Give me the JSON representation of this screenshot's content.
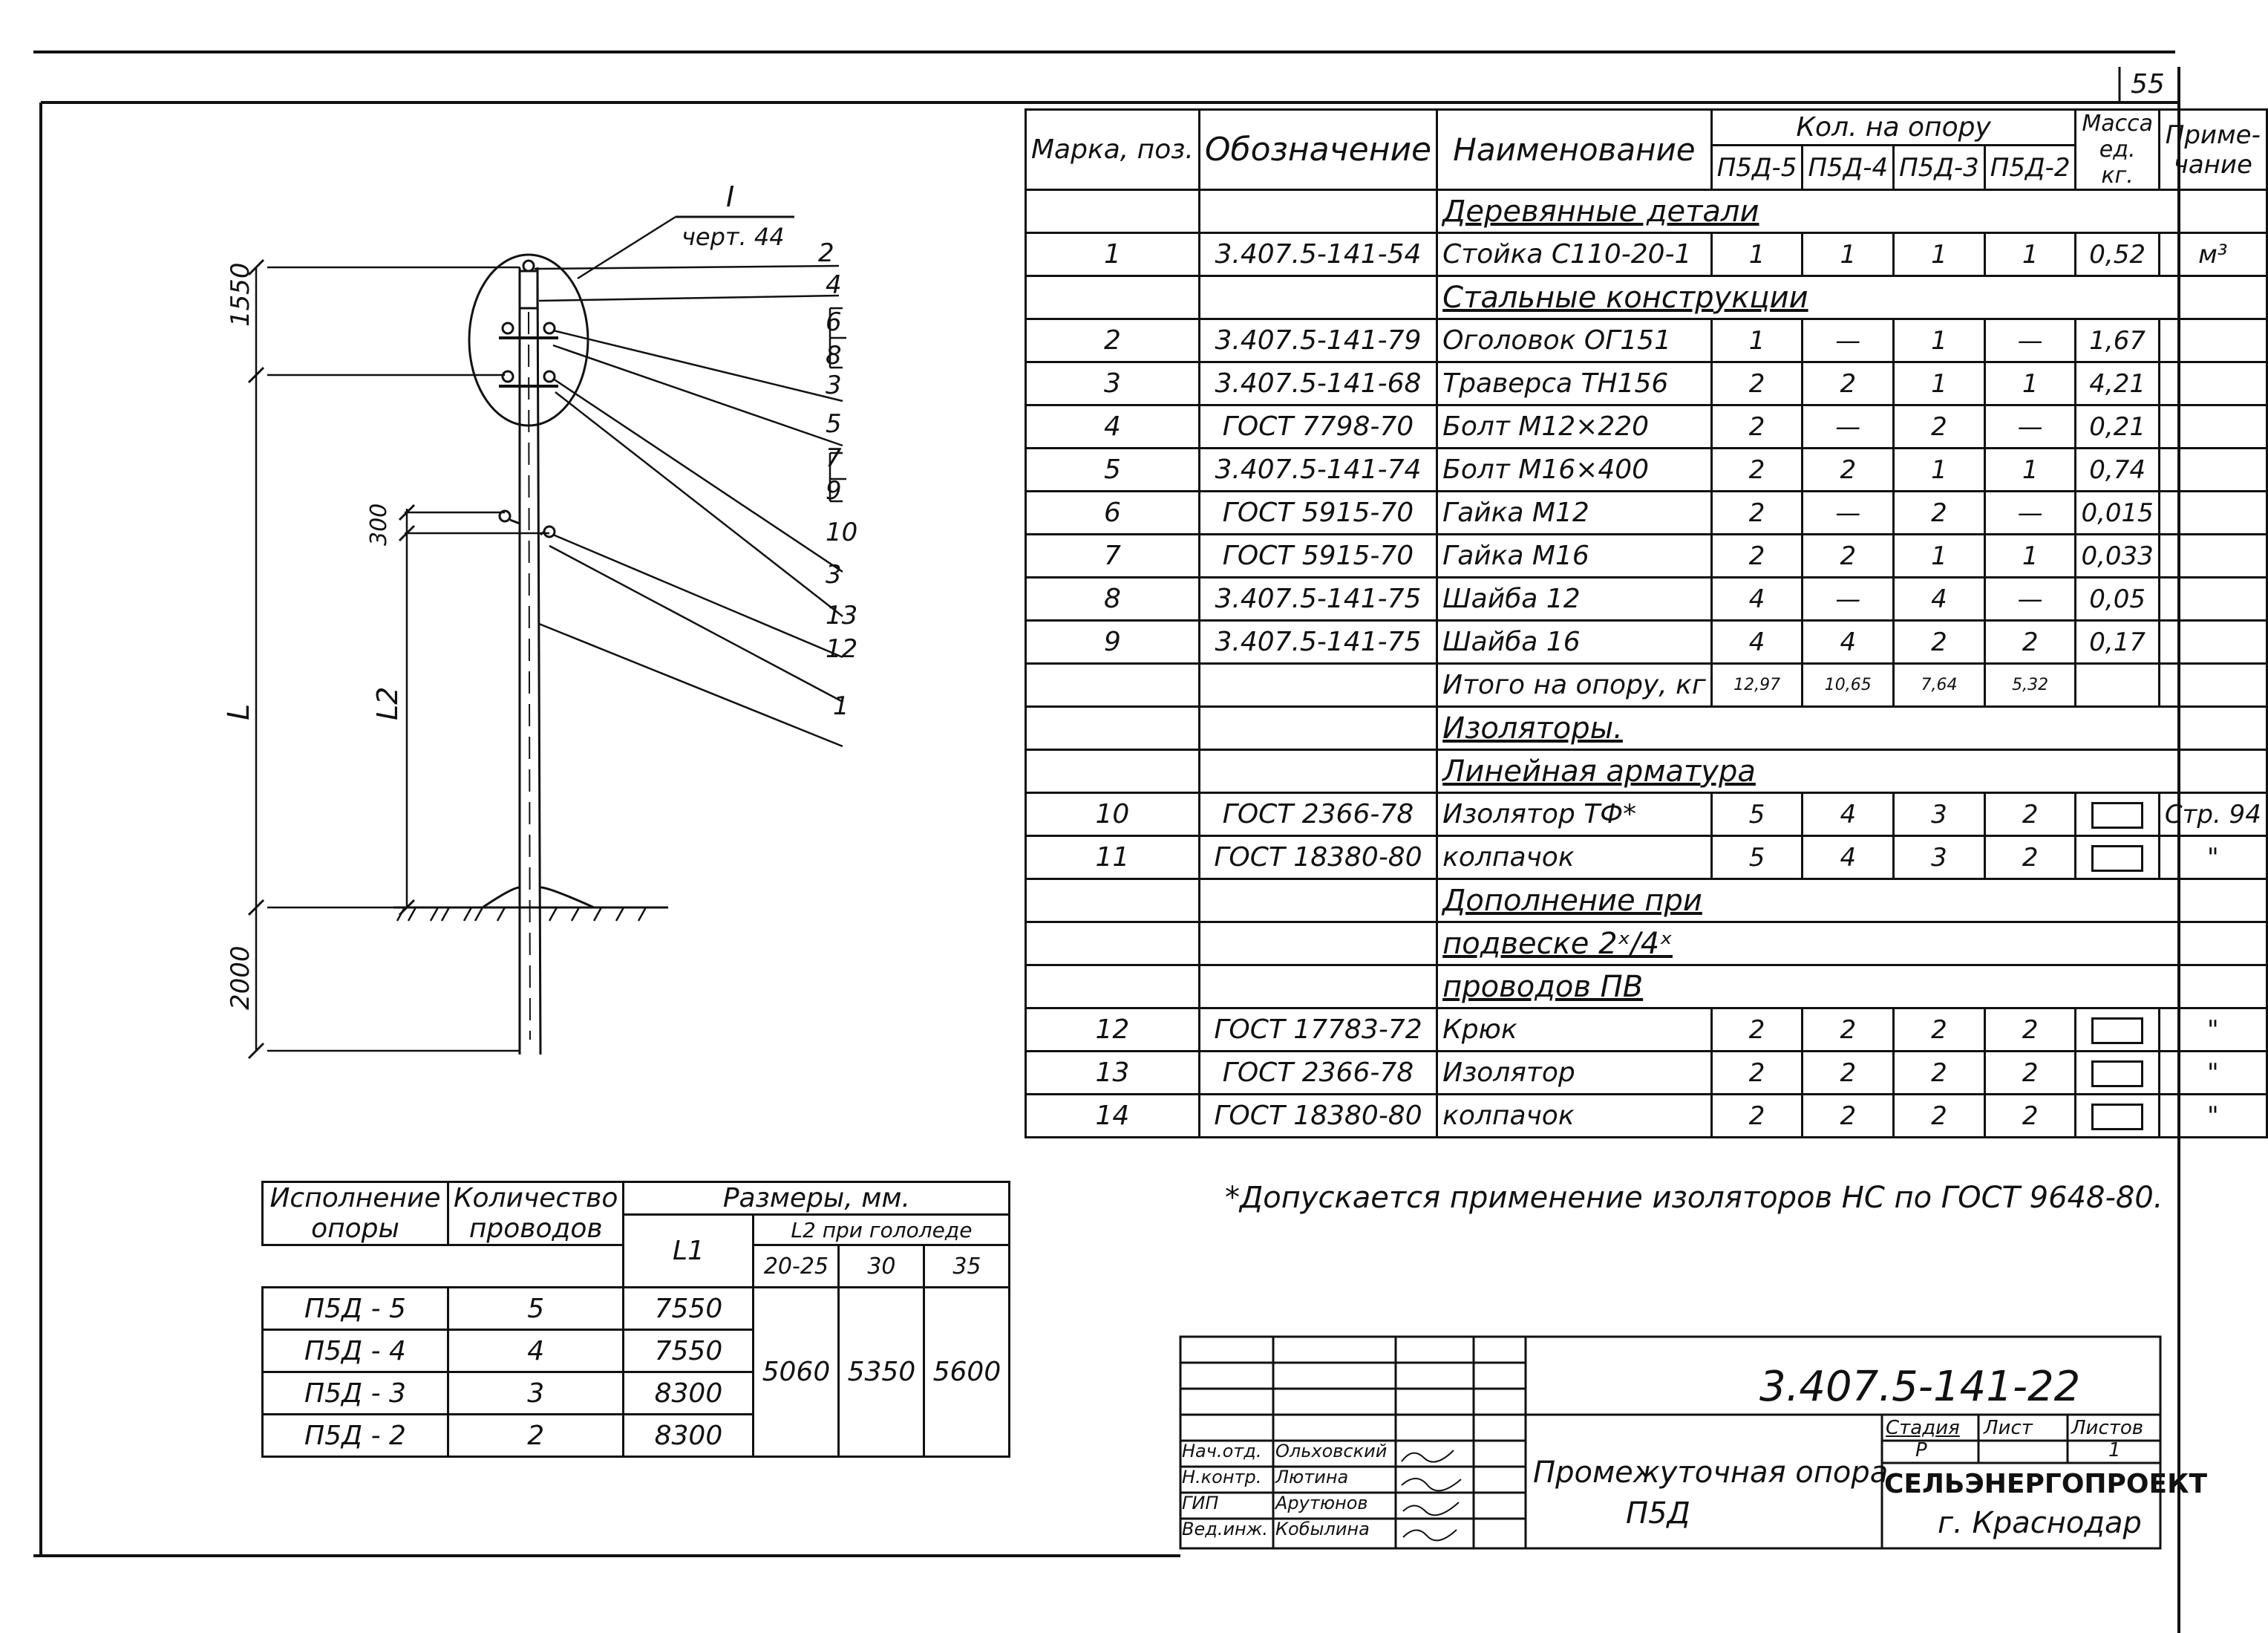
{
  "page_number": "55",
  "drawing": {
    "callout": {
      "roman": "I",
      "ref": "черт. 44"
    },
    "dims": {
      "top": "1550",
      "mid": "300",
      "L": "L",
      "L2": "L2",
      "bottom": "2000"
    },
    "leaders": [
      "2",
      "4",
      "6",
      "8",
      "3",
      "5",
      "7",
      "9",
      "10",
      "3",
      "13",
      "12",
      "1"
    ]
  },
  "spec_table": {
    "headers": {
      "mark": "Марка, поз.",
      "designation": "Обозначение",
      "name": "Наименование",
      "qty_group": "Кол. на опору",
      "qty_cols": [
        "П5Д-5",
        "П5Д-4",
        "П5Д-3",
        "П5Д-2"
      ],
      "mass": "Масса ед. кг.",
      "note": "Приме-чание"
    },
    "rows": [
      {
        "section": "Деревянные детали"
      },
      {
        "pos": "1",
        "des": "3.407.5-141-54",
        "name": "Стойка С110-20-1",
        "q": [
          "1",
          "1",
          "1",
          "1"
        ],
        "mass": "0,52",
        "note": "м³"
      },
      {
        "section": "Стальные конструкции"
      },
      {
        "pos": "2",
        "des": "3.407.5-141-79",
        "name": "Оголовок ОГ151",
        "q": [
          "1",
          "—",
          "1",
          "—"
        ],
        "mass": "1,67",
        "note": ""
      },
      {
        "pos": "3",
        "des": "3.407.5-141-68",
        "name": "Траверса ТН156",
        "q": [
          "2",
          "2",
          "1",
          "1"
        ],
        "mass": "4,21",
        "note": ""
      },
      {
        "pos": "4",
        "des": "ГОСТ 7798-70",
        "name": "Болт М12×220",
        "q": [
          "2",
          "—",
          "2",
          "—"
        ],
        "mass": "0,21",
        "note": ""
      },
      {
        "pos": "5",
        "des": "3.407.5-141-74",
        "name": "Болт М16×400",
        "q": [
          "2",
          "2",
          "1",
          "1"
        ],
        "mass": "0,74",
        "note": ""
      },
      {
        "pos": "6",
        "des": "ГОСТ 5915-70",
        "name": "Гайка М12",
        "q": [
          "2",
          "—",
          "2",
          "—"
        ],
        "mass": "0,015",
        "note": ""
      },
      {
        "pos": "7",
        "des": "ГОСТ 5915-70",
        "name": "Гайка М16",
        "q": [
          "2",
          "2",
          "1",
          "1"
        ],
        "mass": "0,033",
        "note": ""
      },
      {
        "pos": "8",
        "des": "3.407.5-141-75",
        "name": "Шайба 12",
        "q": [
          "4",
          "—",
          "4",
          "—"
        ],
        "mass": "0,05",
        "note": ""
      },
      {
        "pos": "9",
        "des": "3.407.5-141-75",
        "name": "Шайба 16",
        "q": [
          "4",
          "4",
          "2",
          "2"
        ],
        "mass": "0,17",
        "note": ""
      },
      {
        "total": "Итого на опору, кг",
        "q": [
          "12,97",
          "10,65",
          "7,64",
          "5,32"
        ]
      },
      {
        "section": "Изоляторы."
      },
      {
        "section": "Линейная арматура"
      },
      {
        "pos": "10",
        "des": "ГОСТ 2366-78",
        "name": "Изолятор ТФ*",
        "q": [
          "5",
          "4",
          "3",
          "2"
        ],
        "box": true,
        "note": "Стр. 94"
      },
      {
        "pos": "11",
        "des": "ГОСТ 18380-80",
        "name": "колпачок",
        "q": [
          "5",
          "4",
          "3",
          "2"
        ],
        "box": true,
        "note": "\""
      },
      {
        "section": "Дополнение при"
      },
      {
        "section": "подвеске 2ˣ/4ˣ"
      },
      {
        "section": "проводов ПВ"
      },
      {
        "pos": "12",
        "des": "ГОСТ 17783-72",
        "name": "Крюк",
        "q": [
          "2",
          "2",
          "2",
          "2"
        ],
        "box": true,
        "note": "\""
      },
      {
        "pos": "13",
        "des": "ГОСТ 2366-78",
        "name": "Изолятор",
        "q": [
          "2",
          "2",
          "2",
          "2"
        ],
        "box": true,
        "note": "\""
      },
      {
        "pos": "14",
        "des": "ГОСТ 18380-80",
        "name": "колпачок",
        "q": [
          "2",
          "2",
          "2",
          "2"
        ],
        "box": true,
        "note": "\""
      }
    ]
  },
  "footnote": "*Допускается применение изоляторов НС по ГОСТ 9648-80.",
  "sizes_table": {
    "h_exec": "Исполнение опоры",
    "h_count": "Количество проводов",
    "h_sizes": "Размеры, мм.",
    "h_L1": "L1",
    "h_L2": "L2 при гололеде",
    "h_ice": [
      "20-25",
      "30",
      "35"
    ],
    "rows": [
      {
        "exec": "П5Д - 5",
        "count": "5",
        "L1": "7550"
      },
      {
        "exec": "П5Д - 4",
        "count": "4",
        "L1": "7550"
      },
      {
        "exec": "П5Д - 3",
        "count": "3",
        "L1": "8300"
      },
      {
        "exec": "П5Д - 2",
        "count": "2",
        "L1": "8300"
      }
    ],
    "L2_values": [
      "5060",
      "5350",
      "5600"
    ]
  },
  "title_block": {
    "doc_code": "3.407.5-141-22",
    "roles": [
      {
        "role": "Нач.отд.",
        "name": "Ольховский"
      },
      {
        "role": "Н.контр.",
        "name": "Лютина"
      },
      {
        "role": "ГИП",
        "name": "Арутюнов"
      },
      {
        "role": "Вед.инж.",
        "name": "Кобылина"
      }
    ],
    "title_line1": "Промежуточная опора",
    "title_line2": "П5Д",
    "stage_label": "Стадия",
    "sheet_label": "Лист",
    "sheets_label": "Листов",
    "stage": "Р",
    "sheets": "1",
    "org": "СЕЛЬЭНЕРГОПРОЕКТ",
    "city": "г. Краснодар"
  }
}
